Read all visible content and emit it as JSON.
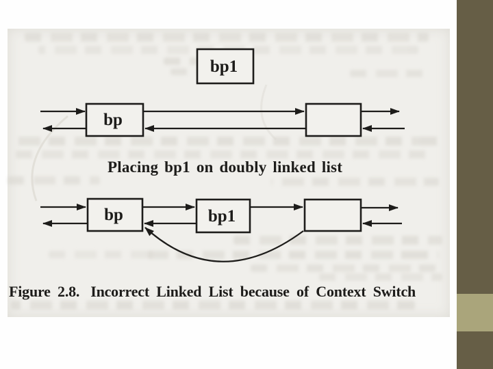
{
  "slide": {
    "background": "#FEFEFE"
  },
  "figure": {
    "top_box_label": "bp1",
    "row1": {
      "box_labels": [
        "bp",
        ""
      ]
    },
    "subtitle": "Placing bp1 on doubly linked list",
    "row2": {
      "box_labels": [
        "bp",
        "bp1",
        ""
      ]
    },
    "caption_label": "Figure 2.8.",
    "caption_text": "Incorrect Linked List because of Context Switch"
  },
  "colors": {
    "scan_background": "#F0EFEB",
    "ink": "#1D1C1A",
    "sidebar_olive": "#665E46",
    "sidebar_khaki": "#AAA57B"
  }
}
